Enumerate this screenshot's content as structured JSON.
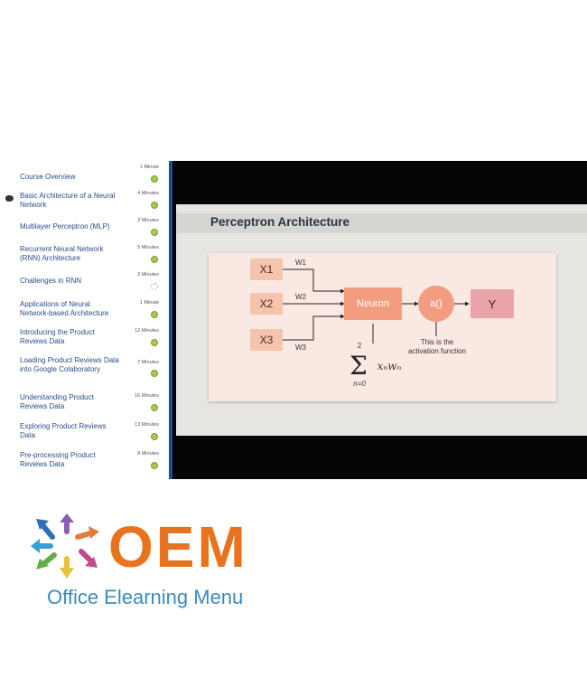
{
  "lessons": [
    {
      "title": "Course Overview",
      "duration": "1 Minute",
      "status": "complete"
    },
    {
      "title": "Basic Architecture of a Neural Network",
      "duration": "4 Minutes",
      "status": "complete"
    },
    {
      "title": "Multilayer Perceptron (MLP)",
      "duration": "3 Minutes",
      "status": "complete"
    },
    {
      "title": "Recurrent Neural Network (RNN) Architecture",
      "duration": "5 Minutes",
      "status": "complete"
    },
    {
      "title": "Challenges in RNN",
      "duration": "3 Minutes",
      "status": "pending"
    },
    {
      "title": "Applications of Neural Network-based Architecture",
      "duration": "1 Minute",
      "status": "complete"
    },
    {
      "title": "Introducing the Product Reviews Data",
      "duration": "12 Minutes",
      "status": "complete"
    },
    {
      "title": "Loading Product Reviews Data into Google Colaboratory",
      "duration": "7 Minutes",
      "status": "complete"
    },
    {
      "title": "Understanding Product Reviews Data",
      "duration": "16 Minutes",
      "status": "complete"
    },
    {
      "title": "Exploring Product Reviews Data",
      "duration": "13 Minutes",
      "status": "complete"
    },
    {
      "title": "Pre-processing Product Reviews Data",
      "duration": "8 Minutes",
      "status": "complete"
    }
  ],
  "slide": {
    "title": "Perceptron Architecture",
    "inputs": [
      "X1",
      "X2",
      "X3"
    ],
    "weights": [
      "W1",
      "W2",
      "W3"
    ],
    "neuron_label": "Neuron",
    "activation_label": "a()",
    "output_label": "Y",
    "activation_note_line1": "This is the",
    "activation_note_line2": "activation function",
    "sum_upper": "2",
    "sum_lower": "n=0",
    "sum_term": "xₙwₙ"
  },
  "logo": {
    "wordmark": "OEM",
    "tagline": "Office Elearning Menu"
  },
  "colors": {
    "link_text": "#2a4d8c",
    "status_complete": "#a6c950",
    "scrollbar": "#1e4f8c",
    "logo_orange": "#e8731f",
    "logo_blue": "#3c8ac0"
  }
}
